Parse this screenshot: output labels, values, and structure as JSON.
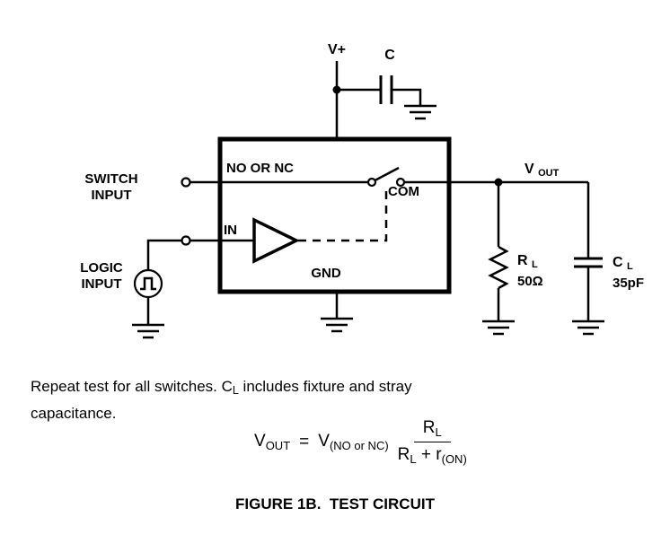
{
  "diagram": {
    "power": {
      "v_plus": "V+",
      "cap_label": "C"
    },
    "ic": {
      "no_or_nc": "NO OR NC",
      "com": "COM",
      "in_label": "IN",
      "gnd": "GND"
    },
    "inputs": {
      "switch_line1": "SWITCH",
      "switch_line2": "INPUT",
      "logic_line1": "LOGIC",
      "logic_line2": "INPUT"
    },
    "output": {
      "v": "V",
      "sub": "OUT"
    },
    "rl": {
      "r": "R",
      "sub": "L",
      "value": "50Ω"
    },
    "cl": {
      "c": "C",
      "sub": "L",
      "value": "35pF"
    }
  },
  "note": {
    "line1_pre": "Repeat test for all switches. C",
    "line1_sub": "L",
    "line1_post": " includes fixture and stray",
    "line2": "capacitance."
  },
  "formula": {
    "lhs_v": "V",
    "lhs_sub": "OUT",
    "equals": "=",
    "rhs_v": "V",
    "rhs_sub": "(NO or NC)",
    "num_r": "R",
    "num_sub": "L",
    "den_r": "R",
    "den_r_sub": "L",
    "den_plus": " + ",
    "den_ron": "r",
    "den_ron_sub": "(ON)"
  },
  "caption": "FIGURE 1B.  TEST CIRCUIT"
}
